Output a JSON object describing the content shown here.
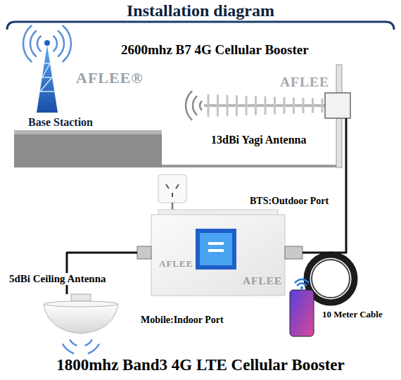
{
  "diagram": {
    "title": "Installation diagram",
    "caption": "1800mhz Band3 4G LTE Cellular Booster",
    "nodes": [
      {
        "text": [
          "Base Staction"
        ]
      },
      {
        "text": [
          "13dBi Yagi Antenna"
        ]
      },
      {
        "text": [
          "BTS:Outdoor Port",
          "Mobile:Indoor Port"
        ]
      },
      {
        "text": [
          "5dBi Ceiling Antenna"
        ]
      }
    ],
    "edges": [
      {
        "from": 1,
        "to": 2,
        "arrow": "none"
      },
      {
        "from": 2,
        "to": 3,
        "arrow": "none"
      }
    ],
    "labels": [
      "2600mhz B7 4G Cellular Booster",
      "10 Meter Cable",
      "AFLEE®",
      "AFLEE",
      "AFLEE",
      "AFLEE"
    ]
  }
}
